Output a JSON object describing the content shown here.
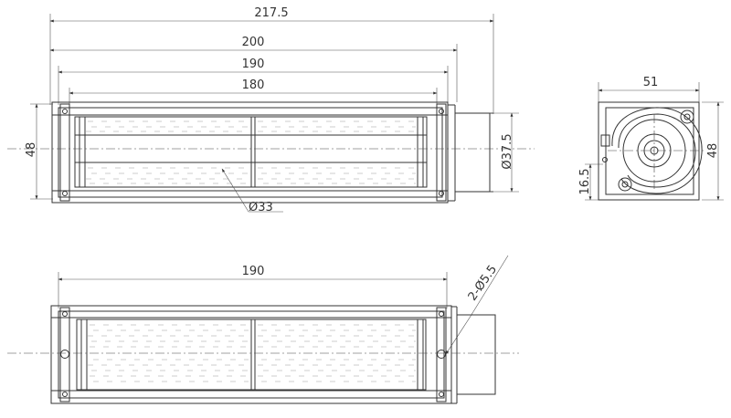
{
  "drawing": {
    "front_view": {
      "dim_overall": "217.5",
      "dim_housing": "200",
      "dim_mounting": "190",
      "dim_impeller": "180",
      "dim_height": "48",
      "dim_motor": "Ø37.5",
      "dim_impeller_dia": "Ø33"
    },
    "side_view": {
      "dim_width": "51",
      "dim_height": "48",
      "dim_offset": "16.5"
    },
    "bottom_view": {
      "dim_mounting": "190",
      "dim_holes": "2-Ø5.5"
    }
  }
}
